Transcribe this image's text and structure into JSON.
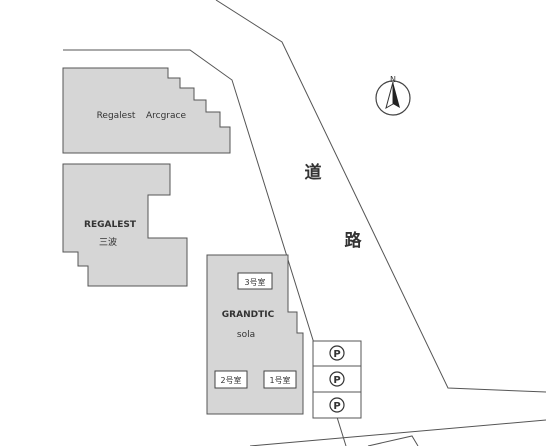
{
  "compass": {
    "north_label": "N",
    "icon": "north-arrow-icon"
  },
  "road": {
    "label_1": "道",
    "label_2": "路"
  },
  "buildings": {
    "regalest_arcgrace": {
      "name_1": "Regalest",
      "name_2": "Arcgrace"
    },
    "regalest_mitsunami": {
      "name": "REGALEST",
      "sub": "三波"
    },
    "grandtic_sola": {
      "name": "GRANDTIC",
      "sub": "sola",
      "rooms": [
        "3号室",
        "2号室",
        "1号室"
      ]
    }
  },
  "parking": {
    "symbol": "P",
    "count": 3,
    "icon": "parking-icon"
  },
  "colors": {
    "building_fill": "#d6d6d6",
    "outline": "#555555",
    "background": "#ffffff"
  }
}
